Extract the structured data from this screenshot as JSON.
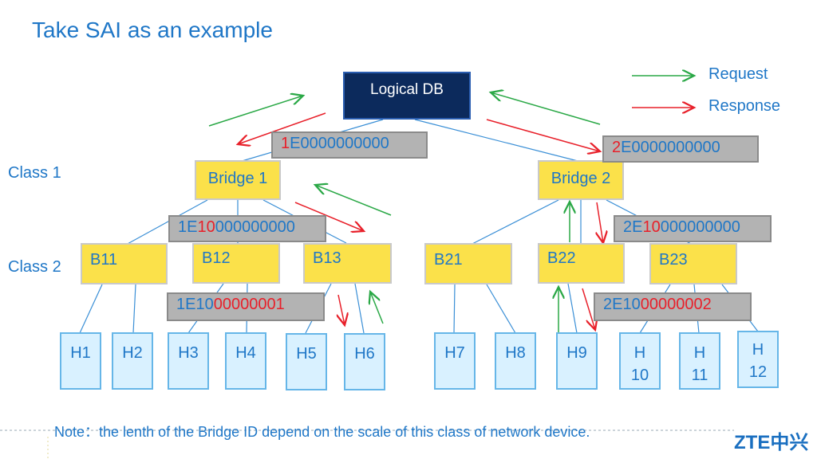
{
  "title": "Take SAI as an example",
  "legend": {
    "request": "Request",
    "response": "Response"
  },
  "classes": {
    "class1": "Class 1",
    "class2": "Class 2"
  },
  "root": "Logical DB",
  "bridges": {
    "b1": "Bridge 1",
    "b2": "Bridge 2"
  },
  "ids": {
    "b1": {
      "red": "1",
      "rest": "E0000000000"
    },
    "b2": {
      "red": "2",
      "rest": "E0000000000"
    },
    "b12": {
      "pre": "1E",
      "red": "10",
      "post": "000000000"
    },
    "b22": {
      "pre": "2E",
      "red": "10",
      "post": "000000000"
    },
    "b12h": {
      "pre": "1E10",
      "red": "00000001"
    },
    "b22h": {
      "pre": "2E10",
      "red": "00000002"
    }
  },
  "class2_nodes": [
    "B11",
    "B12",
    "B13",
    "B21",
    "B22",
    "B23"
  ],
  "hosts": [
    "H1",
    "H2",
    "H3",
    "H4",
    "H5",
    "H6",
    "H7",
    "H8",
    "H9",
    "H 10",
    "H 11",
    "H 12"
  ],
  "h10": [
    "H",
    "10"
  ],
  "h11": [
    "H",
    "11"
  ],
  "h12": [
    "H",
    "12"
  ],
  "note": "Note：the lenth of the Bridge ID depend on the scale of this class of network device.",
  "brand": "ZTE中兴",
  "colors": {
    "request": "#2aa846",
    "response": "#e8202a",
    "accent": "#1f77c7"
  }
}
